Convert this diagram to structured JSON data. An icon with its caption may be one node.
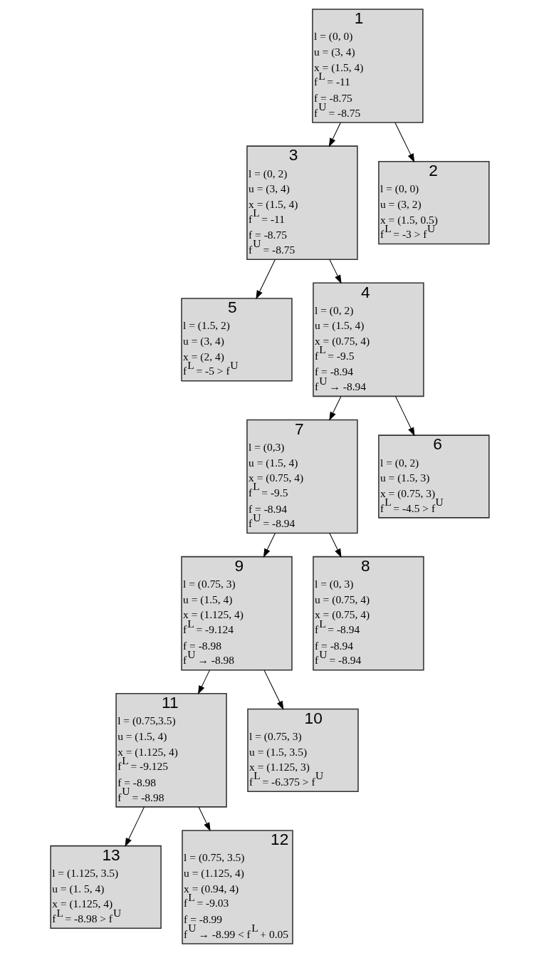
{
  "diagram": {
    "nodes": [
      {
        "text": [
          "1",
          "l = (0, 0)",
          "u = (3, 4)",
          "x = (1.5, 4)",
          "f$^{L}$ = -11",
          "f = -8.75",
          "f$^{U}$ = -8.75"
        ]
      },
      {
        "text": [
          "2",
          "l = (0, 0)",
          "u = (3, 2)",
          "x = (1.5, 0.5)",
          "f$^{L}$ = -3 > f$^{U}$"
        ]
      },
      {
        "text": [
          "3",
          "l = (0, 2)",
          "u = (3, 4)",
          "x = (1.5, 4)",
          "f$^{L}$ = -11",
          "f = -8.75",
          "f$^{U}$ = -8.75"
        ]
      },
      {
        "text": [
          "4",
          "l = (0, 2)",
          "u = (1.5, 4)",
          "x = (0.75, 4)",
          "f$^{L}$ = -9.5",
          "f = -8.94",
          "f$^{U}$ → -8.94"
        ]
      },
      {
        "text": [
          "5",
          "l = (1.5, 2)",
          "u = (3, 4)",
          "x = (2, 4)",
          "f$^{L}$ = -5 > f$^{U}$"
        ]
      },
      {
        "text": [
          "6",
          "l = (0, 2)",
          "u = (1.5, 3)",
          "x = (0.75, 3)",
          "f$^{L}$ = -4.5 > f$^{U}$"
        ]
      },
      {
        "text": [
          "7",
          "l = (0,3)",
          "u = (1.5, 4)",
          "x = (0.75, 4)",
          "f$^{L}$ = -9.5",
          "f = -8.94",
          "f$^{U}$ = -8.94"
        ]
      },
      {
        "text": [
          "8",
          "l = (0, 3)",
          "u = (0.75, 4)",
          "x = (0.75, 4)",
          "f$^{L}$ = -8.94",
          "f = -8.94",
          "f$^{U}$ = -8.94"
        ]
      },
      {
        "text": [
          "9",
          "l = (0.75, 3)",
          "u = (1.5, 4)",
          "x = (1.125, 4)",
          "f$^{L}$ = -9.124",
          "f = -8.98",
          "f$^{U}$ → -8.98"
        ]
      },
      {
        "text": [
          "10",
          "l = (0.75, 3)",
          "u = (1.5, 3.5)",
          "x = (1.125, 3)",
          "f$^{L}$ = -6.375 > f$^{U}$"
        ]
      },
      {
        "text": [
          "11",
          "l = (0.75,3.5)",
          "u = (1.5, 4)",
          "x = (1.125, 4)",
          "f$^{L}$ = -9.125",
          "f = -8.98",
          "f$^{U}$ = -8.98"
        ]
      },
      {
        "text": [
          "12",
          "l = (0.75, 3.5)",
          "u = (1.125, 4)",
          "x = (0.94, 4)",
          "f$^{L}$ = -9.03",
          "f = -8.99",
          "f$^{U}$ → -8.99 < f$^{L}$ + 0.05"
        ]
      },
      {
        "text": [
          "13",
          "l = (1.125, 3.5)",
          "u = (1. 5, 4)",
          "x = (1.125, 4)",
          "f$^{L}$ = -8.98 > f$^{U}$"
        ]
      }
    ],
    "edges": [
      {
        "from": 0,
        "to": 2,
        "arrow": "to"
      },
      {
        "from": 0,
        "to": 1,
        "arrow": "to"
      },
      {
        "from": 2,
        "to": 4,
        "arrow": "to"
      },
      {
        "from": 2,
        "to": 3,
        "arrow": "to"
      },
      {
        "from": 3,
        "to": 6,
        "arrow": "to"
      },
      {
        "from": 3,
        "to": 5,
        "arrow": "to"
      },
      {
        "from": 6,
        "to": 8,
        "arrow": "to"
      },
      {
        "from": 6,
        "to": 7,
        "arrow": "to"
      },
      {
        "from": 8,
        "to": 10,
        "arrow": "to"
      },
      {
        "from": 8,
        "to": 9,
        "arrow": "to"
      },
      {
        "from": 10,
        "to": 12,
        "arrow": "to"
      },
      {
        "from": 10,
        "to": 11,
        "arrow": "to"
      }
    ]
  }
}
